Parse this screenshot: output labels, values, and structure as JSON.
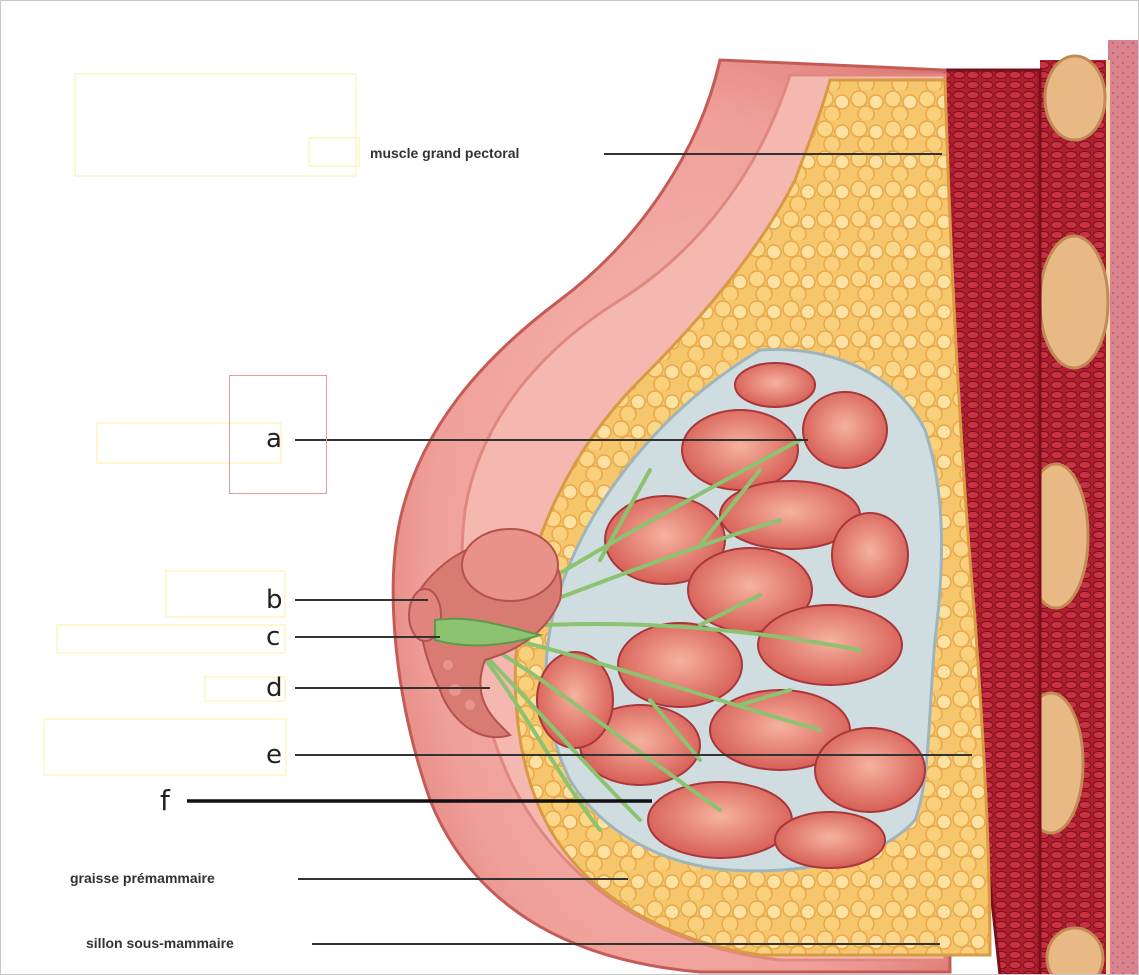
{
  "diagram": {
    "labels": {
      "muscle": "muscle grand pectoral",
      "a": "a",
      "b": "b",
      "c": "c",
      "d": "d",
      "e": "e",
      "f": "f",
      "graisse": "graisse prémammaire",
      "sillon": "sillon sous-mammaire"
    },
    "colors": {
      "skin": "#f2a8a0",
      "skin_dark": "#d96b67",
      "fat": "#f7c56a",
      "fat_light": "#fbe1a2",
      "gland": "#d9625c",
      "gland_light": "#f2a18f",
      "ducts": "#8cc270",
      "muscle": "#b51e2e",
      "muscle_dark": "#7d1020",
      "leader": "#333333"
    }
  }
}
